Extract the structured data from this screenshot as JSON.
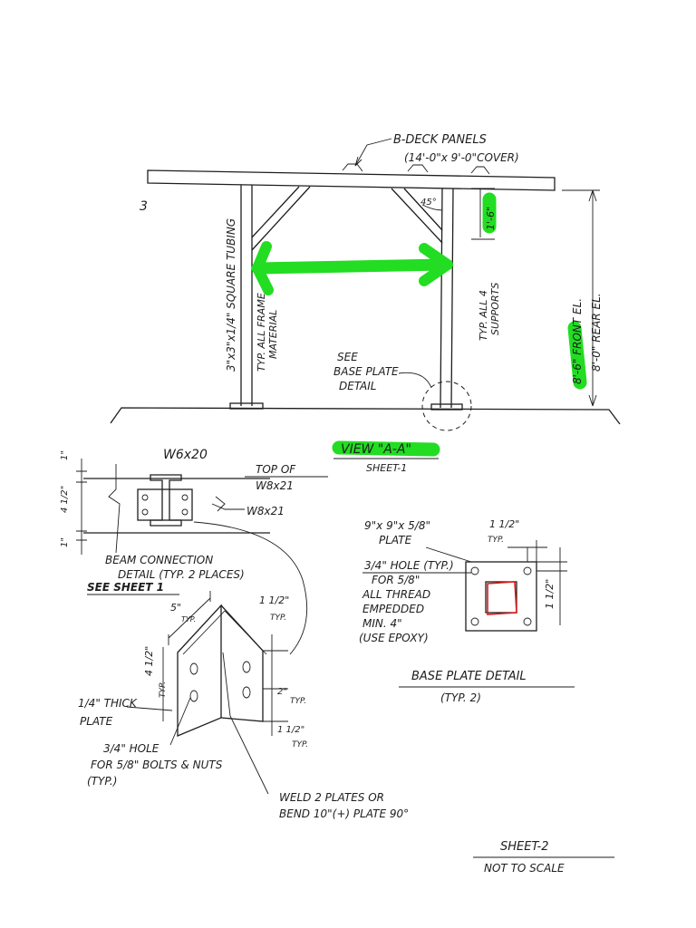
{
  "labels": {
    "deck_title": "B-DECK PANELS",
    "deck_cover": "(14'-0\"x 9'-0\"COVER)",
    "page_num": "3",
    "angle": "45°",
    "tubing": "3\"x3\"x1/4\" SQUARE TUBING",
    "frame_1": "TYP. ALL FRAME",
    "frame_2": "MATERIAL",
    "brace_dim": "1'-6\"",
    "supports_1": "TYP. ALL 4",
    "supports_2": "SUPPORTS",
    "front_el": "8'-6\" FRONT EL.",
    "rear_el": "8'-0\" REAR EL.",
    "see_1": "SEE",
    "see_2": "BASE PLATE",
    "see_3": "DETAIL",
    "view_title": "VIEW \"A-A\"",
    "view_sheet": "SHEET-1",
    "w6": "W6x20",
    "top_of_1": "TOP OF",
    "top_of_2": "W8x21",
    "w8": "W8x21",
    "dim_1a": "1\"",
    "dim_412": "4 1/2\"",
    "dim_1b": "1\"",
    "beam_1": "BEAM CONNECTION",
    "beam_2": "DETAIL (TYP. 2 PLACES)",
    "see_sheet": "SEE SHEET 1",
    "plate_1": "9\"x 9\"x 5/8\"",
    "plate_2": "PLATE",
    "dim_112a": "1 1/2\"",
    "typ_a": "TYP.",
    "hole_1": "3/4\" HOLE (TYP.)",
    "hole_2": "FOR 5/8\"",
    "hole_3": "ALL THREAD",
    "hole_4": "EMPEDDED",
    "hole_5": "MIN. 4\"",
    "hole_6": "(USE EPOXY)",
    "dim_112b": "1 1/2\"",
    "base_title": "BASE PLATE DETAIL",
    "base_typ": "(TYP. 2)",
    "dim_5": "5\"",
    "typ_b": "TYP.",
    "dim_112c": "1 1/2\"",
    "typ_c": "TYP.",
    "dim_412b": "4 1/2\"",
    "typ_d": "TYP.",
    "thick_1": "1/4\" THICK",
    "thick_2": "PLATE",
    "dim_2": "2\"",
    "typ_e": "TYP.",
    "dim_112d": "1 1/2\"",
    "typ_f": "TYP.",
    "bolt_1": "3/4\" HOLE",
    "bolt_2": "FOR 5/8\" BOLTS & NUTS",
    "bolt_3": "(TYP.)",
    "weld_1": "WELD 2 PLATES OR",
    "weld_2": "BEND 10\"(+) PLATE 90°",
    "sheet_no": "SHEET-2",
    "scale": "NOT TO SCALE"
  },
  "colors": {
    "ink": "#1e1e1e",
    "highlight": "#22dd22",
    "red_mark": "#e01818"
  }
}
